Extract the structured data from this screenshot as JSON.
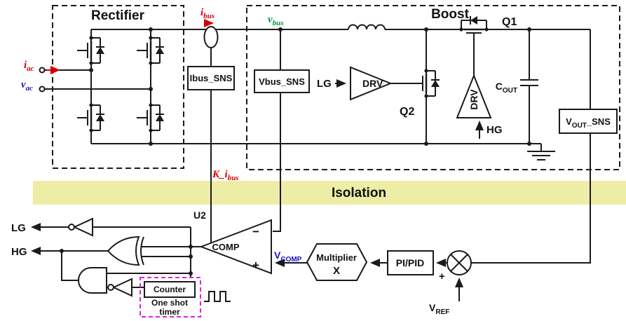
{
  "colors": {
    "wire": "#1a1a1a",
    "red_signal": "#d40000",
    "blue_signal": "#1414c8",
    "green_signal": "#00963c",
    "magenta_box": "#e020e0",
    "isolation_band": "#ededa6"
  },
  "sections": {
    "rectifier": "Rectifier",
    "boost": "Boost",
    "isolation": "Isolation"
  },
  "top": {
    "i_bus": {
      "base": "i",
      "sub": "bus"
    },
    "v_bus": {
      "base": "v",
      "sub": "bus"
    },
    "i_ac": {
      "base": "i",
      "sub": "ac"
    },
    "v_ac": {
      "base": "v",
      "sub": "ac"
    },
    "ibus_sns": "Ibus_SNS",
    "vbus_sns": "Vbus_SNS",
    "vout_sns": {
      "base": "V",
      "sub": "OUT",
      "rest": "_SNS"
    },
    "lg_in": "LG",
    "hg_in": "HG",
    "drv1": "DRV",
    "drv2": "DRV",
    "q1": "Q1",
    "q2": "Q2",
    "c_out": {
      "base": "C",
      "sub": "OUT"
    }
  },
  "bottom": {
    "k_ibus": {
      "base": "K_i",
      "sub": "bus"
    },
    "u2": "U2",
    "comp": "COMP",
    "minus": "−",
    "plus": "+",
    "v_comp": {
      "base": "V",
      "sub": "COMP"
    },
    "multiplier": {
      "line1": "Multiplier",
      "line2": "X"
    },
    "pi_pid": "PI/PID",
    "sum_plus": "+",
    "v_ref": {
      "base": "V",
      "sub": "REF"
    },
    "lg_out": "LG",
    "hg_out": "HG",
    "counter": "Counter",
    "one_shot": {
      "line1": "One shot",
      "line2": "timer"
    }
  }
}
